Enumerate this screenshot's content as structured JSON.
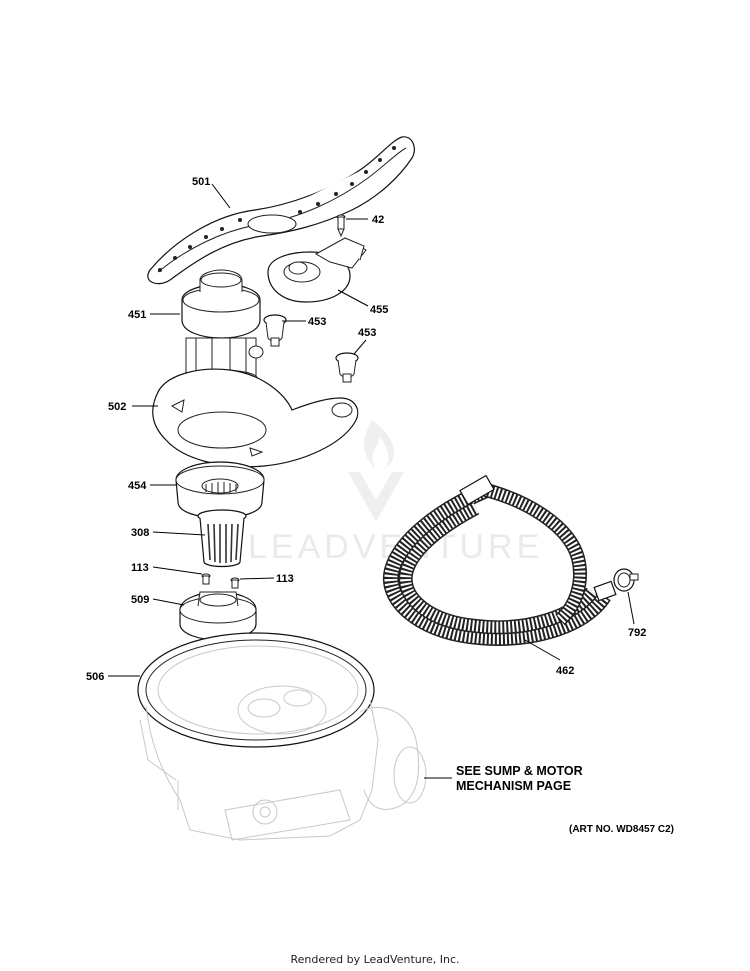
{
  "callouts": {
    "c501": "501",
    "c42": "42",
    "c451": "451",
    "c455": "455",
    "c453a": "453",
    "c453b": "453",
    "c502": "502",
    "c454": "454",
    "c308": "308",
    "c113a": "113",
    "c113b": "113",
    "c509": "509",
    "c506": "506",
    "c462": "462",
    "c792": "792"
  },
  "notes": {
    "sump_line1": "SEE SUMP & MOTOR",
    "sump_line2": "MECHANISM PAGE",
    "art_no": "(ART NO. WD8457 C2)"
  },
  "watermark": "LEADVENTURE",
  "footer": "Rendered by LeadVenture, Inc."
}
